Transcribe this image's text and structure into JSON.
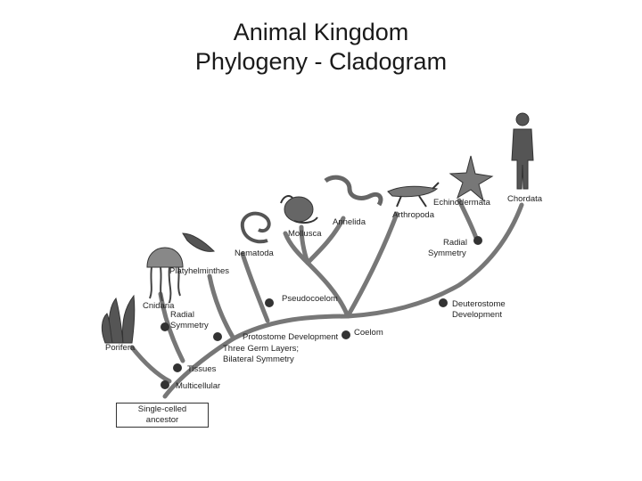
{
  "title": {
    "line1": "Animal Kingdom",
    "line2": "Phylogeny - Cladogram"
  },
  "ancestor": {
    "line1": "Single-celled",
    "line2": "ancestor"
  },
  "taxa": {
    "porifera": "Porifera",
    "cnidaria": "Cnidaria",
    "platyhelminthes": "Platyhelminthes",
    "nematoda": "Nematoda",
    "mollusca": "Mollusca",
    "annelida": "Annelida",
    "arthropoda": "Arthropoda",
    "echinodermata": "Echinodermata",
    "chordata": "Chordata"
  },
  "traits": {
    "multicellular": "Multicellular",
    "tissues": "Tissues",
    "radial1": "Radial",
    "radial2": "Symmetry",
    "three_germ1": "Three Germ Layers;",
    "three_germ2": "Bilateral Symmetry",
    "pseudocoelom": "Pseudocoelom",
    "protostome": "Protostome Development",
    "coelom": "Coelom",
    "deutero1": "Deuterostome",
    "deutero2": "Development",
    "radial_echino1": "Radial",
    "radial_echino2": "Symmetry"
  },
  "colors": {
    "branch": "#777777",
    "node": "#333333",
    "animal": "#555555"
  }
}
